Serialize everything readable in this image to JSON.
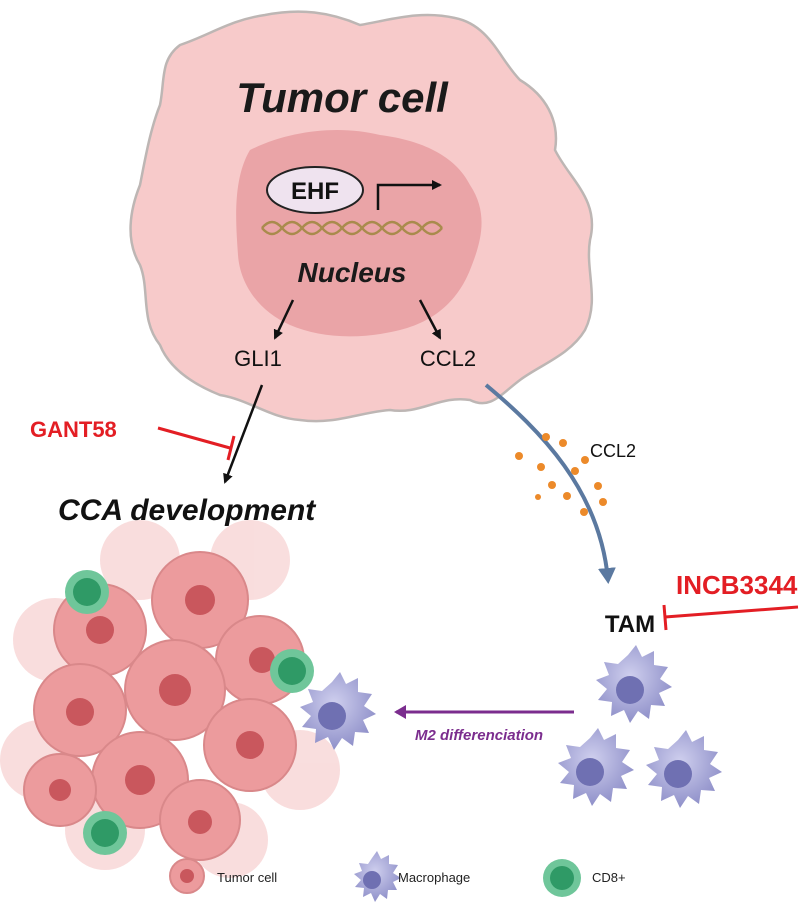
{
  "title": "Tumor cell",
  "gene": "EHF",
  "nucleus_label": "Nucleus",
  "gli1_label": "GLI1",
  "ccl2_label": "CCL2",
  "ccl2_secreted_label": "CCL2",
  "inhibitor_left": "GANT58",
  "inhibitor_right": "INCB3344",
  "outcome_label": "CCA development",
  "tam_label": "TAM",
  "m2_label": "M2 differenciation",
  "legend": {
    "tumor": "Tumor cell",
    "macrophage": "Macrophage",
    "cd8": "CD8+"
  },
  "colors": {
    "cell_fill": "#f6c9c8",
    "cell_stroke": "#b3adab",
    "nucleus": "#eaa4a7",
    "inhibitor": "#e31e24",
    "macrophage": "#a7a7d8",
    "cd8": "#48b07f",
    "m2_arrow": "#7b2d8e",
    "ccl2_dots": "#ec8a2a"
  }
}
